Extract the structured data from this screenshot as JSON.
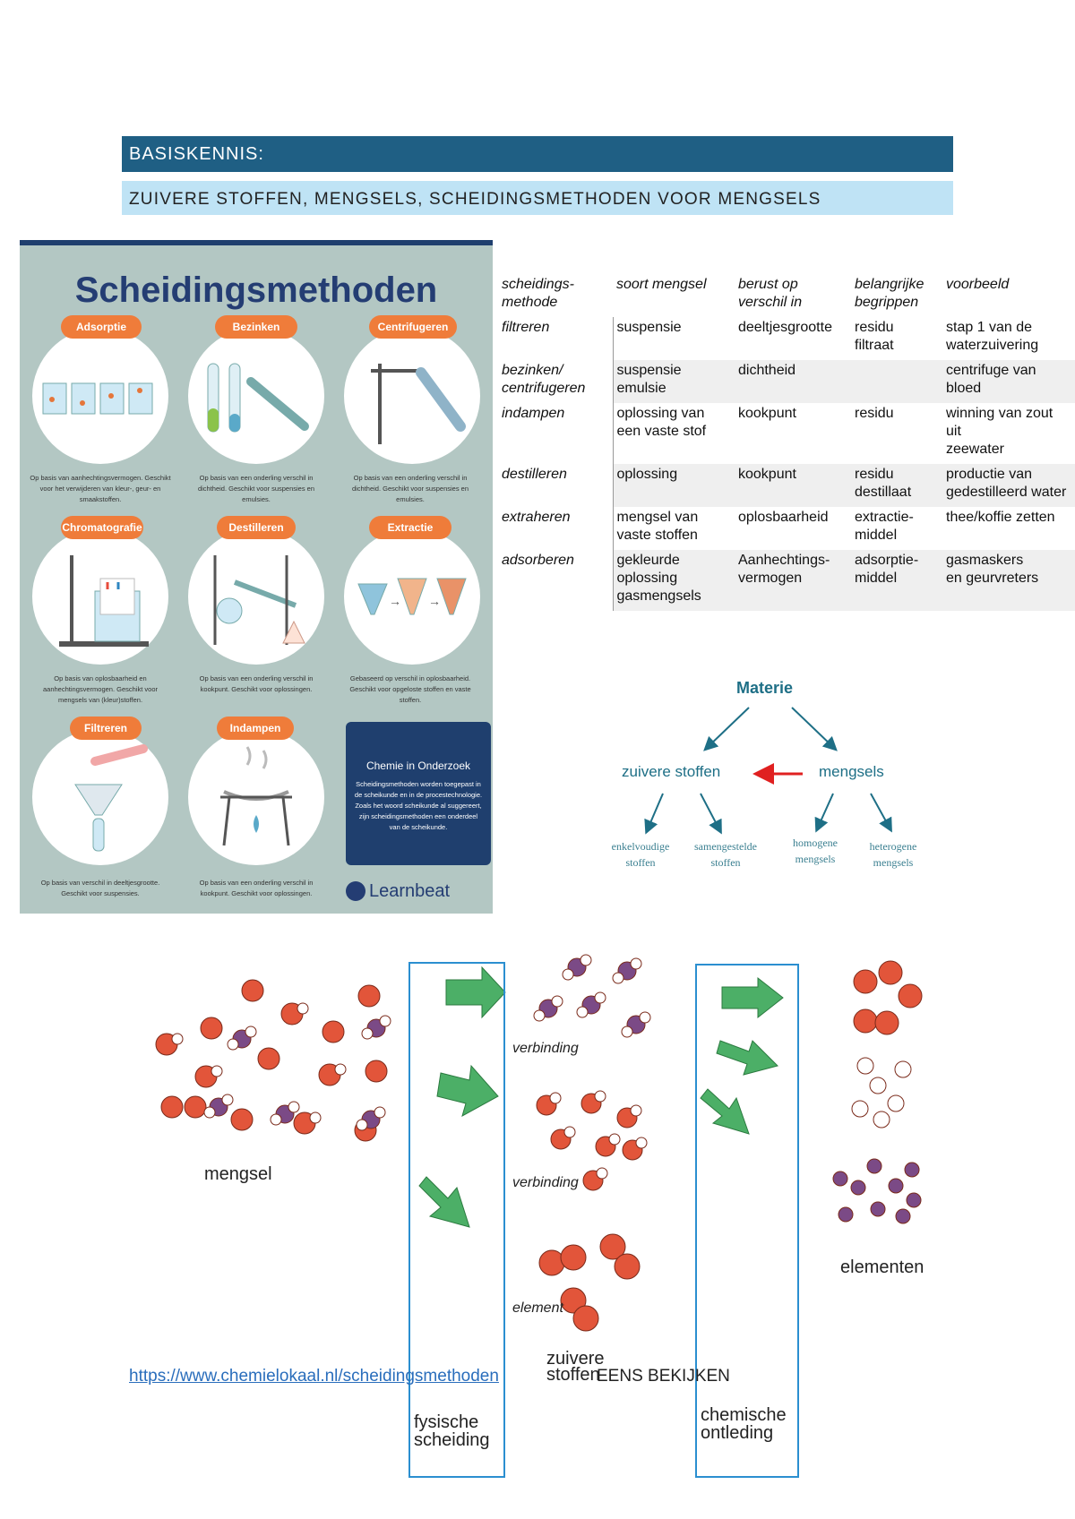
{
  "header": {
    "title": "BASISKENNIS:",
    "subtitle": "ZUIVERE STOFFEN, MENGSELS, SCHEIDINGSMETHODEN VOOR MENGSELS"
  },
  "poster": {
    "title": "Scheidingsmethoden",
    "methods": [
      {
        "label": "Adsorptie",
        "desc": "Op basis van aanhechtingsvermogen. Geschikt voor het verwijderen van kleur-, geur- en smaakstoffen."
      },
      {
        "label": "Bezinken",
        "desc": "Op basis van een onderling verschil in dichtheid. Geschikt voor suspensies en emulsies."
      },
      {
        "label": "Centrifugeren",
        "desc": "Op basis van een onderling verschil in dichtheid. Geschikt voor suspensies en emulsies."
      },
      {
        "label": "Chromatografie",
        "desc": "Op basis van oplosbaarheid en aanhechtingsvermogen. Geschikt voor mengsels van (kleur)stoffen."
      },
      {
        "label": "Destilleren",
        "desc": "Op basis van een onderling verschil in kookpunt. Geschikt voor oplossingen."
      },
      {
        "label": "Extractie",
        "desc": "Gebaseerd op verschil in oplosbaarheid. Geschikt voor opgeloste stoffen en vaste stoffen."
      },
      {
        "label": "Filtreren",
        "desc": "Op basis van verschil in deeltjesgrootte. Geschikt voor suspensies."
      },
      {
        "label": "Indampen",
        "desc": "Op basis van een onderling verschil in kookpunt. Geschikt voor oplossingen."
      }
    ],
    "box_title": "Chemie in Onderzoek",
    "box_text": "Scheidingsmethoden worden toegepast in de scheikunde en in de procestechnologie. Zoals het woord scheikunde al suggereert, zijn scheidingsmethoden een onderdeel van de scheikunde.",
    "brand": "Learnbeat"
  },
  "table": {
    "headers": [
      "scheidings-\nmethode",
      "soort mengsel",
      "berust op\nverschil in",
      "belangrijke\nbegrippen",
      "voorbeeld"
    ],
    "rows": [
      [
        "filtreren",
        "suspensie",
        "deeltjesgrootte",
        "residu\nfiltraat",
        "stap 1 van de\nwaterzuivering"
      ],
      [
        "bezinken/\ncentrifugeren",
        "suspensie\nemulsie",
        "dichtheid",
        "",
        "centrifuge van\nbloed"
      ],
      [
        "indampen",
        "oplossing van\neen vaste stof",
        "kookpunt",
        "residu",
        "winning van zout uit\nzeewater"
      ],
      [
        "destilleren",
        "oplossing",
        "kookpunt",
        "residu\ndestillaat",
        "productie van\ngedestilleerd water"
      ],
      [
        "extraheren",
        "mengsel van\nvaste stoffen",
        "oplosbaarheid",
        "extractie-\nmiddel",
        "thee/koffie zetten"
      ],
      [
        "adsorberen",
        "gekleurde\noplossing\ngasmengsels",
        "Aanhechtings-\nvermogen",
        "adsorptie-\nmiddel",
        "gasmaskers\nen geurvreters"
      ]
    ]
  },
  "materie": {
    "root": "Materie",
    "left": "zuivere stoffen",
    "right": "mengsels",
    "leaf1": "enkelvoudige\nstoffen",
    "leaf2": "samengestelde\nstoffen",
    "leaf3": "homogene\nmengsels",
    "leaf4": "heterogene\nmengsels"
  },
  "diagram": {
    "mengsel": "mengsel",
    "verbinding1": "verbinding",
    "verbinding2": "verbinding",
    "element": "element",
    "zuivere_stoffen": "zuivere\nstoffen",
    "elementen": "elementen",
    "fysische": "fysische\nscheiding",
    "chemische": "chemische\nontleding"
  },
  "link": {
    "url": "https://www.chemielokaal.nl/scheidingsmethoden",
    "note": "EENS BEKIJKEN"
  },
  "colors": {
    "header_dark": "#1f5f84",
    "header_light": "#bfe3f5",
    "poster_bg": "#b3c7c3",
    "poster_accent": "#ef7c3a",
    "arrow_green": "#4caf67",
    "box_blue": "#2b8fd0",
    "teal": "#1e6f86"
  }
}
